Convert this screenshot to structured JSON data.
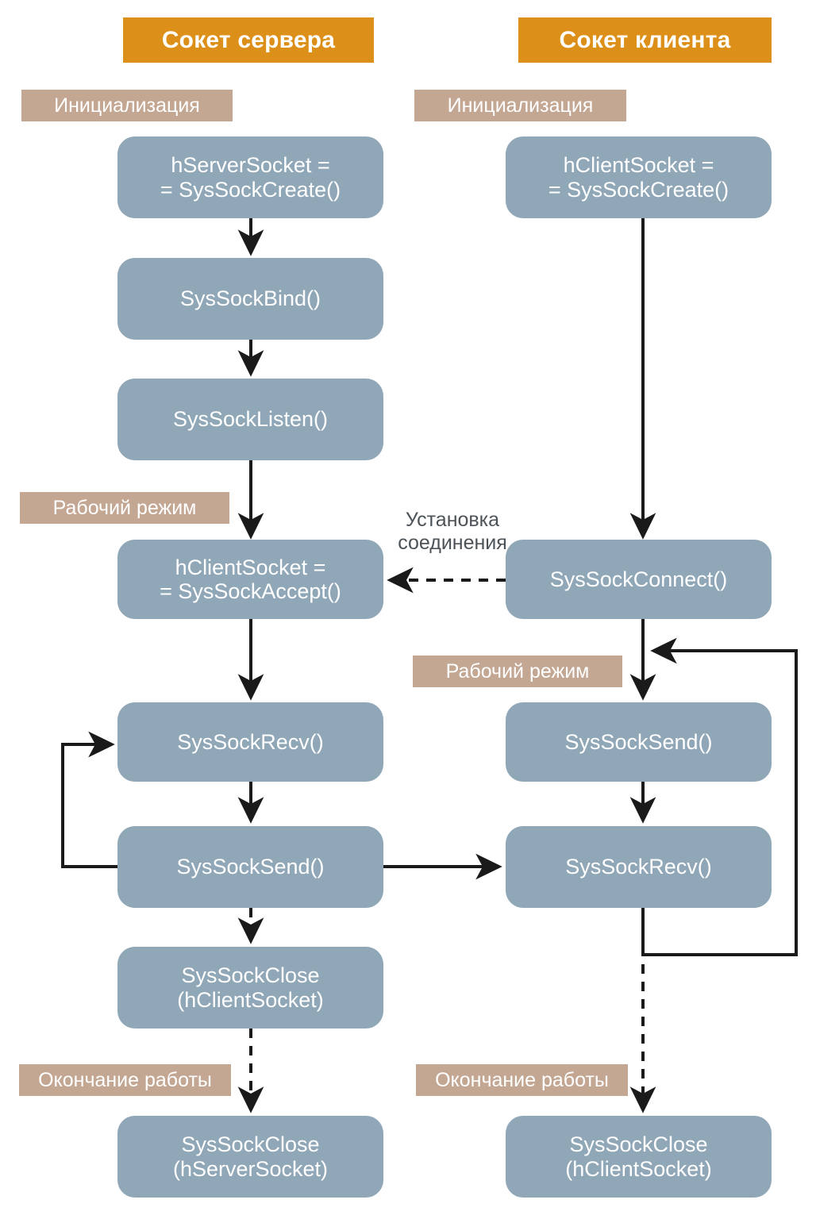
{
  "colors": {
    "header_bg": "#DD9019",
    "section_label_bg": "#C3A793",
    "node_bg": "#90A7B8",
    "node_text": "#FFFFFF",
    "edge": "#1a1a1a",
    "free_text": "#4C5358",
    "page_bg": "#FFFFFF"
  },
  "columns": {
    "server": {
      "header": "Сокет сервера",
      "sections": [
        {
          "label": "Инициализация"
        },
        {
          "label": "Рабочий режим"
        },
        {
          "label": "Окончание работы"
        }
      ],
      "nodes": [
        {
          "id": "srv-create",
          "text": "hServerSocket =\n= SysSockCreate()"
        },
        {
          "id": "srv-bind",
          "text": "SysSockBind()"
        },
        {
          "id": "srv-listen",
          "text": "SysSockListen()"
        },
        {
          "id": "srv-accept",
          "text": "hClientSocket =\n= SysSockAccept()"
        },
        {
          "id": "srv-recv",
          "text": "SysSockRecv()"
        },
        {
          "id": "srv-send",
          "text": "SysSockSend()"
        },
        {
          "id": "srv-close-c",
          "text": "SysSockClose\n(hClientSocket)"
        },
        {
          "id": "srv-close-s",
          "text": "SysSockClose\n(hServerSocket)"
        }
      ]
    },
    "client": {
      "header": "Сокет клиента",
      "sections": [
        {
          "label": "Инициализация"
        },
        {
          "label": "Рабочий режим"
        },
        {
          "label": "Окончание работы"
        }
      ],
      "nodes": [
        {
          "id": "cli-create",
          "text": "hClientSocket =\n= SysSockCreate()"
        },
        {
          "id": "cli-connect",
          "text": "SysSockConnect()"
        },
        {
          "id": "cli-send",
          "text": "SysSockSend()"
        },
        {
          "id": "cli-recv",
          "text": "SysSockRecv()"
        },
        {
          "id": "cli-close-c",
          "text": "SysSockClose\n(hClientSocket)"
        }
      ]
    }
  },
  "annotations": [
    {
      "id": "connect-label",
      "text": "Установка\nсоединения"
    }
  ]
}
